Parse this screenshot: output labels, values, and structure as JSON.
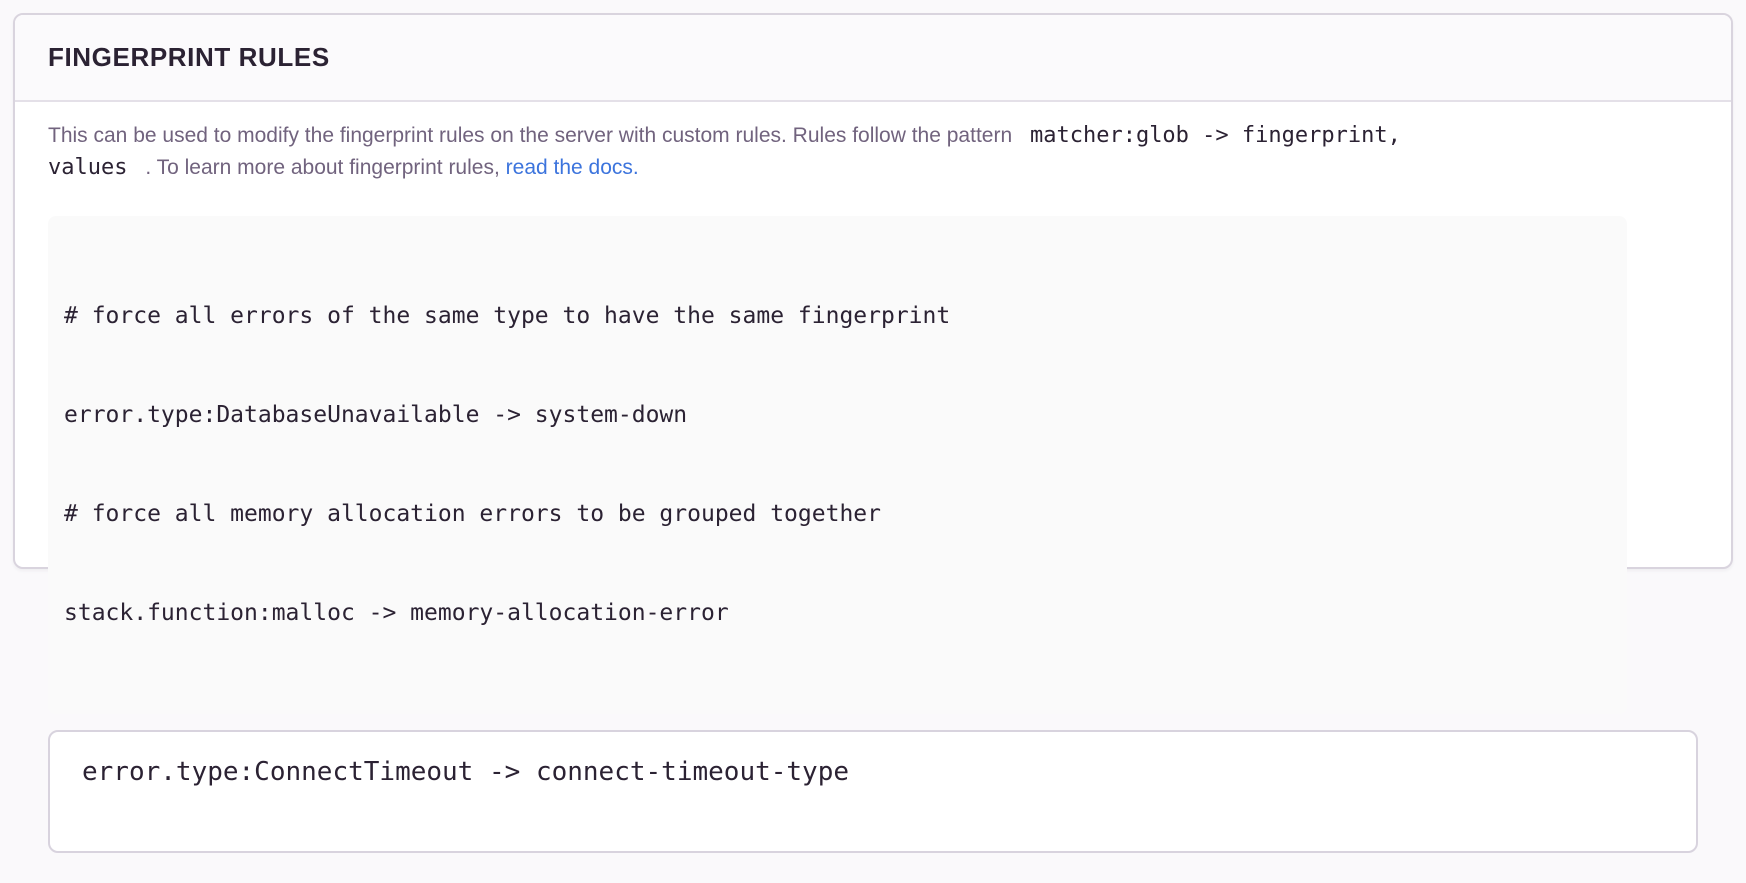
{
  "panel": {
    "title": "FINGERPRINT RULES",
    "description": {
      "text_before_code": "This can be used to modify the fingerprint rules on the server with custom rules. Rules follow the pattern",
      "pattern_code_line1": "matcher:glob -> fingerprint,",
      "pattern_code_line2": "values",
      "text_after_code": ". To learn more about fingerprint rules,",
      "link_label": "read the docs."
    },
    "example": {
      "lines": [
        "# force all errors of the same type to have the same fingerprint",
        "error.type:DatabaseUnavailable -> system-down",
        "# force all memory allocation errors to be grouped together",
        "stack.function:malloc -> memory-allocation-error"
      ]
    },
    "input": {
      "value": "error.type:ConnectTimeout -> connect-timeout-type"
    }
  },
  "colors": {
    "page_background": "#faf9fb",
    "panel_background": "#ffffff",
    "panel_border": "#d9d4de",
    "header_background": "#fbfafc",
    "title_text": "#2b2233",
    "description_text": "#71637e",
    "code_text": "#2b2233",
    "link": "#3c74dd",
    "example_background": "#fafafa",
    "textarea_border": "#d8d3de"
  }
}
